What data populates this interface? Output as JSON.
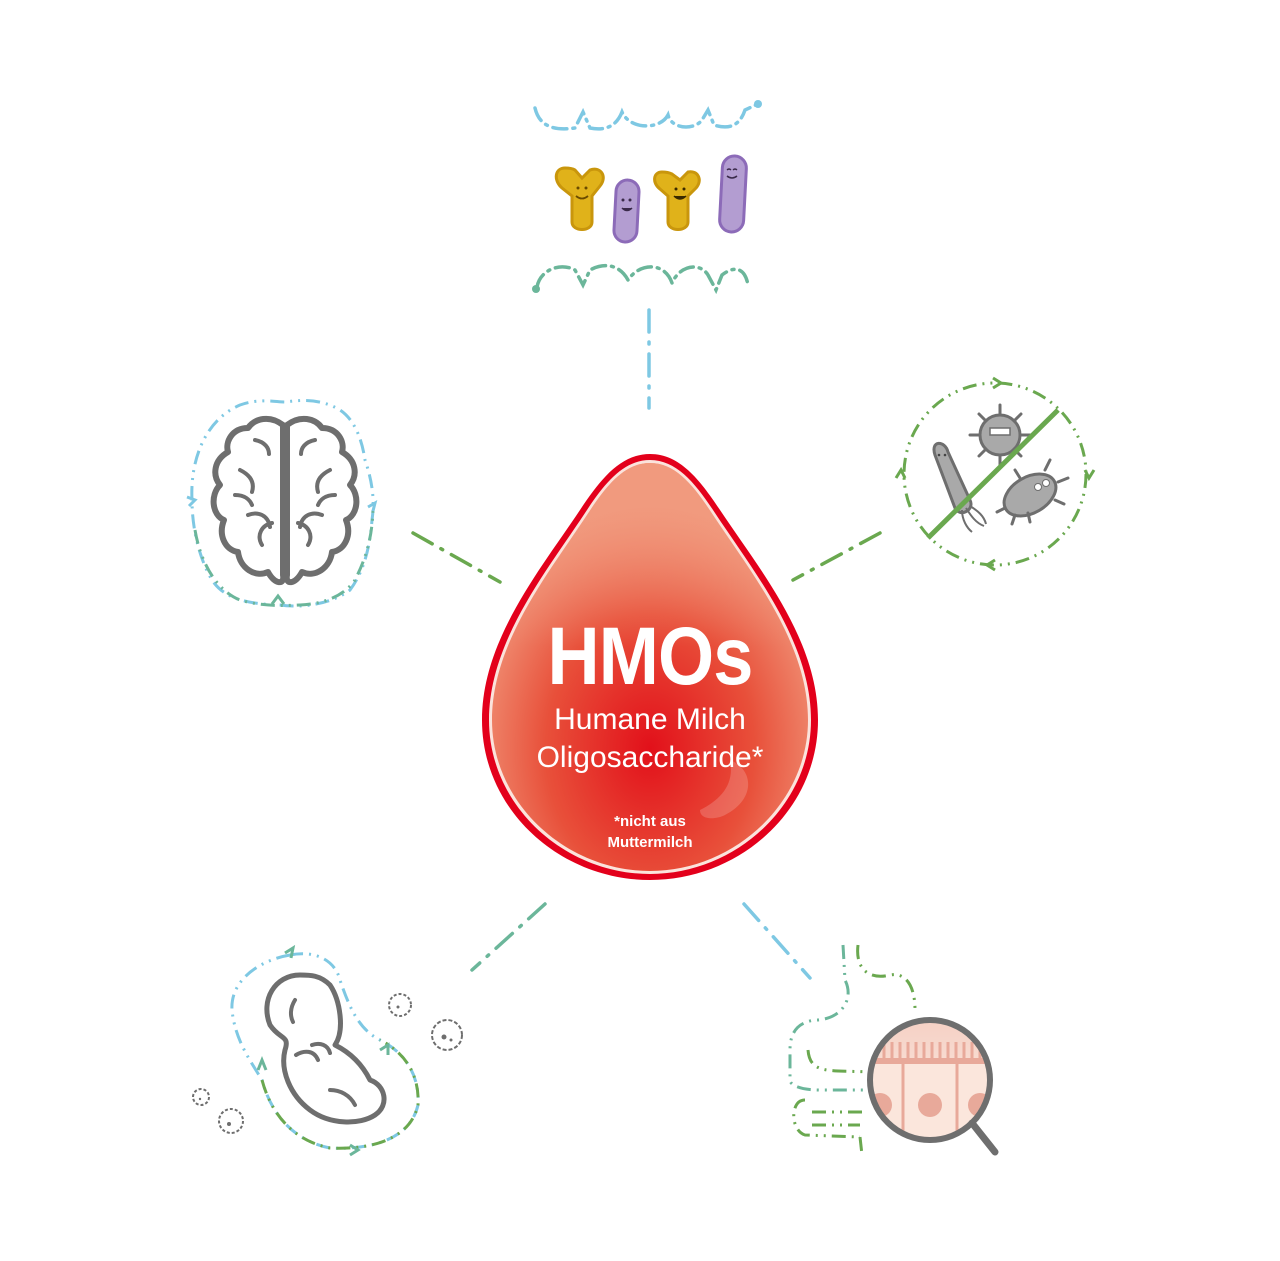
{
  "center": {
    "title": "HMOs",
    "subtitle_line1": "Humane Milch",
    "subtitle_line2": "Oligosaccharide*",
    "footnote_line1": "*nicht aus",
    "footnote_line2": "Muttermilch"
  },
  "icons": [
    {
      "position": "top",
      "name": "gut-bacteria-icon"
    },
    {
      "position": "left",
      "name": "brain-icon"
    },
    {
      "position": "right",
      "name": "no-pathogens-icon"
    },
    {
      "position": "bottom-left",
      "name": "baby-immune-icon"
    },
    {
      "position": "bottom-right",
      "name": "intestine-magnifier-icon"
    }
  ],
  "colors": {
    "drop_outer": "#e3001b",
    "drop_light": "#f1957a",
    "drop_mid": "#e3412e",
    "icon_gray": "#6e6e6e",
    "line_blue": "#7ec8e3",
    "line_teal": "#6bb69a",
    "line_green": "#6aa84f",
    "bacteria_yellow": "#e0b21a",
    "bacteria_purple": "#b39dd1",
    "tissue_pink": "#e8a99a"
  }
}
